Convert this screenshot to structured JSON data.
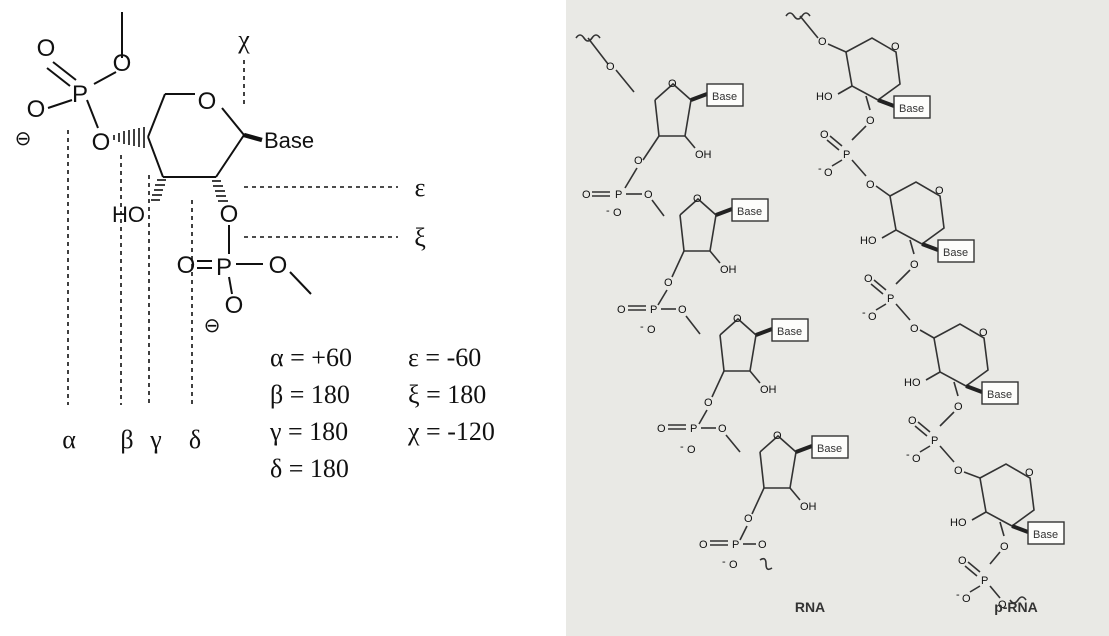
{
  "left_panel": {
    "torsion_labels": {
      "chi": "χ",
      "epsilon": "ε",
      "xi": "ξ",
      "alpha": "α",
      "beta": "β",
      "gamma": "γ",
      "delta": "δ"
    },
    "atom_labels": {
      "O": "O",
      "P": "P",
      "HO": "HO",
      "Base": "Base",
      "minus": "⊖"
    },
    "values": {
      "alpha": "α = +60",
      "epsilon": "ε = -60",
      "beta": "β = 180",
      "xi": "ξ = 180",
      "gamma": "γ = 180",
      "chi": "χ = -120",
      "delta": "δ = 180"
    }
  },
  "right_panel": {
    "bg_color": "#e9e9e5",
    "atom_labels": {
      "O": "O",
      "OH": "OH",
      "HO": "HO",
      "Base": "Base",
      "P": "P",
      "minus": "-"
    },
    "captions": {
      "rna": "RNA",
      "prna": "p-RNA"
    }
  }
}
